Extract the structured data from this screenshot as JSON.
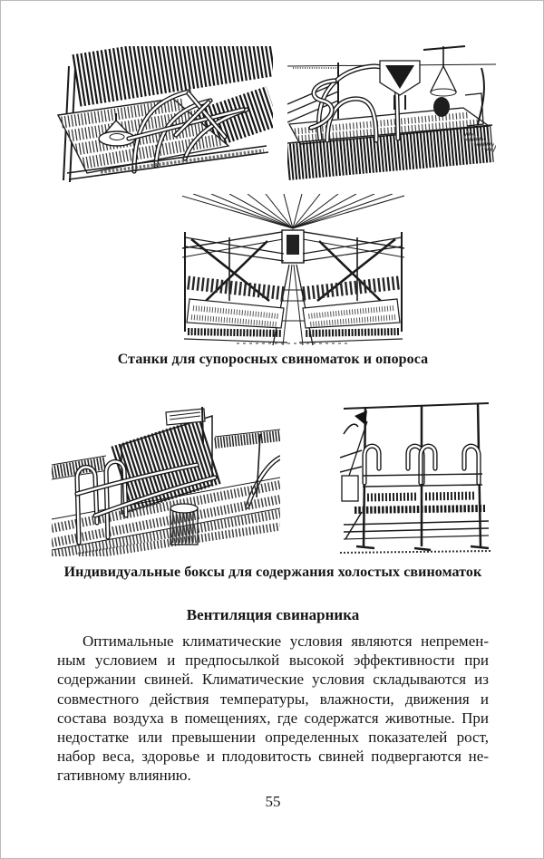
{
  "page": {
    "number": "55",
    "ink_color": "#1a1a1a",
    "paper_color": "#ffffff"
  },
  "figures": {
    "top_caption": "Станки для супоросных свиноматок и опороса",
    "bottom_caption": "Индивидуальные боксы для содержания холостых свиноматок"
  },
  "section": {
    "title": "Вентиляция свинарника",
    "paragraph_lines": [
      "Оптимальные климатические условия являются непремен-",
      "ным условием и предпосылкой высокой эффективности при",
      "содержании свиней. Климатические условия складываются из",
      "совместного действия температуры, влажности, движения и",
      "состава воздуха в помещениях, где содержатся животные. При",
      "недостатке или превышении определенных показателей рост,",
      "набор веса, здоровье и плодовитость свиней подвергаются не-",
      "гативному влиянию."
    ]
  }
}
